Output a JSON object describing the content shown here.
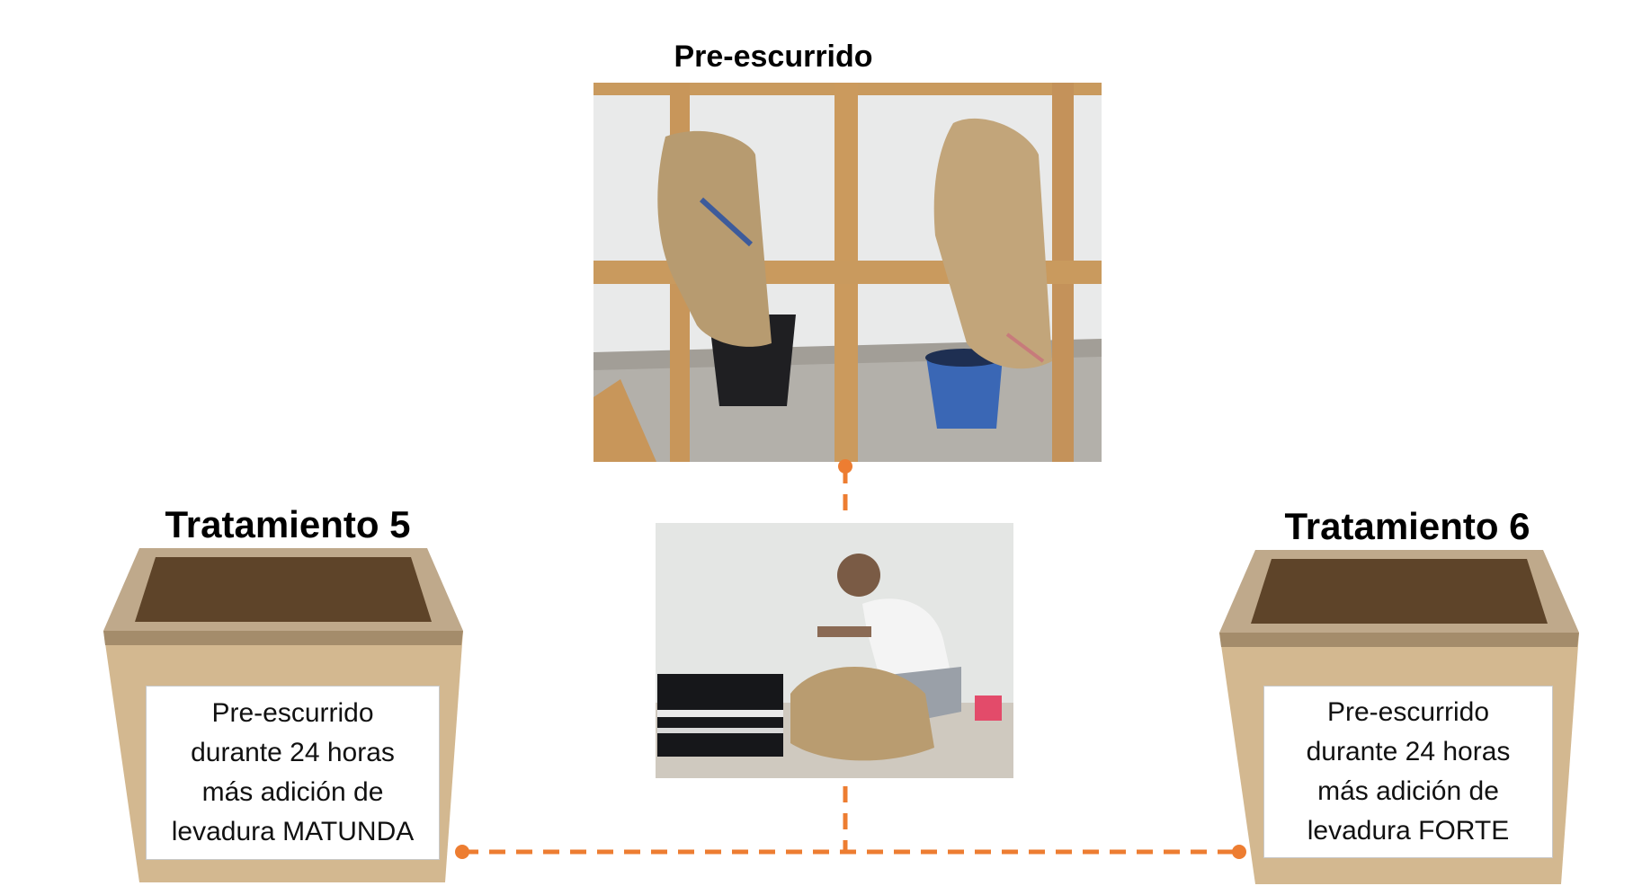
{
  "top_photo": {
    "title": "Pre-escurrido"
  },
  "treatments": [
    {
      "title": "Tratamiento 5",
      "lines": [
        "Pre-escurrido",
        "durante 24 horas",
        "más adición de",
        "levadura MATUNDA"
      ]
    },
    {
      "title": "Tratamiento 6",
      "lines": [
        "Pre-escurrido",
        "durante 24 horas",
        "más adición de",
        "levadura FORTE"
      ]
    }
  ],
  "colors": {
    "connector": "#ED7D31"
  }
}
